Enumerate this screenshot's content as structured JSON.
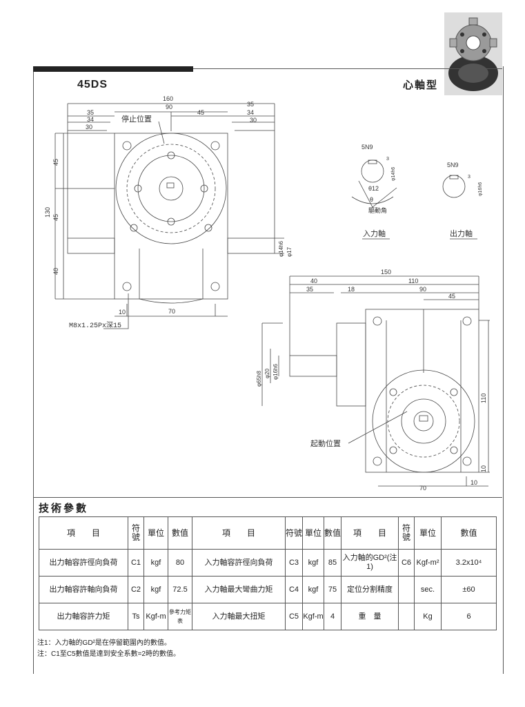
{
  "header": {
    "model": "45DS",
    "type_label": "心軸型"
  },
  "drawing": {
    "front_dims": {
      "d160": "160",
      "d90": "90",
      "d35": "35",
      "d34": "34",
      "d30": "30",
      "d45": "45",
      "r35": "35",
      "r34": "34",
      "r30": "30",
      "v45a": "45",
      "v45b": "45",
      "v130": "130",
      "v40": "40",
      "b10": "10",
      "b70": "70",
      "phi14": "φ14h6",
      "phi17": "φ17"
    },
    "stop_position": "停止位置",
    "bolt_spec": "M8x1.25Px深15",
    "input_shaft": {
      "key": "5N9",
      "d3": "3",
      "phi": "φ14h6",
      "theta12": "θ12",
      "theta": "θ",
      "drive_angle": "驅動角",
      "label": "入力軸"
    },
    "output_shaft": {
      "key": "5N9",
      "d3": "3",
      "phi": "φ16h6",
      "label": "出力軸"
    },
    "side_dims": {
      "d150": "150",
      "d40": "40",
      "d110": "110",
      "d35": "35",
      "d18": "18",
      "d90": "90",
      "d45": "45",
      "v110": "110",
      "v10": "10",
      "b70": "70",
      "b10": "10",
      "phi65": "φ65h8",
      "phi20": "φ20",
      "phi16": "φ16h6"
    },
    "start_position": "起動位置"
  },
  "params": {
    "title": "技術參數",
    "headers": {
      "item": "項　　目",
      "sym": "符號",
      "unit": "單位",
      "val": "數值"
    },
    "rows": [
      [
        {
          "t": "出力軸容許徑向負荷"
        },
        {
          "t": "C1"
        },
        {
          "t": "kgf"
        },
        {
          "t": "80"
        },
        {
          "t": "入力軸容許徑向負荷"
        },
        {
          "t": "C3"
        },
        {
          "t": "kgf"
        },
        {
          "t": "85"
        },
        {
          "t": "入力軸的GD²(注1)"
        },
        {
          "t": "C6"
        },
        {
          "t": "Kgf-m²"
        },
        {
          "t": "3.2x10⁴"
        }
      ],
      [
        {
          "t": "出力軸容許軸向負荷"
        },
        {
          "t": "C2"
        },
        {
          "t": "kgf"
        },
        {
          "t": "72.5"
        },
        {
          "t": "入力軸最大彎曲力矩"
        },
        {
          "t": "C4"
        },
        {
          "t": "kgf"
        },
        {
          "t": "75"
        },
        {
          "t": "定位分割精度"
        },
        {
          "t": ""
        },
        {
          "t": "sec."
        },
        {
          "t": "±60"
        }
      ],
      [
        {
          "t": "出力軸容許力矩"
        },
        {
          "t": "Ts"
        },
        {
          "t": "Kgf-m"
        },
        {
          "t": "參考力矩表",
          "sm": true
        },
        {
          "t": "入力軸最大扭矩"
        },
        {
          "t": "C5"
        },
        {
          "t": "Kgf-m"
        },
        {
          "t": "4"
        },
        {
          "t": "重　量"
        },
        {
          "t": ""
        },
        {
          "t": "Kg"
        },
        {
          "t": "6"
        }
      ]
    ],
    "note1": "注1：入力軸的GD²是在停留範圍內的數值。",
    "note2": "注：C1至C5數值是達到安全系數=2時的數值。"
  },
  "photo_icon": "indexer-product-photo"
}
